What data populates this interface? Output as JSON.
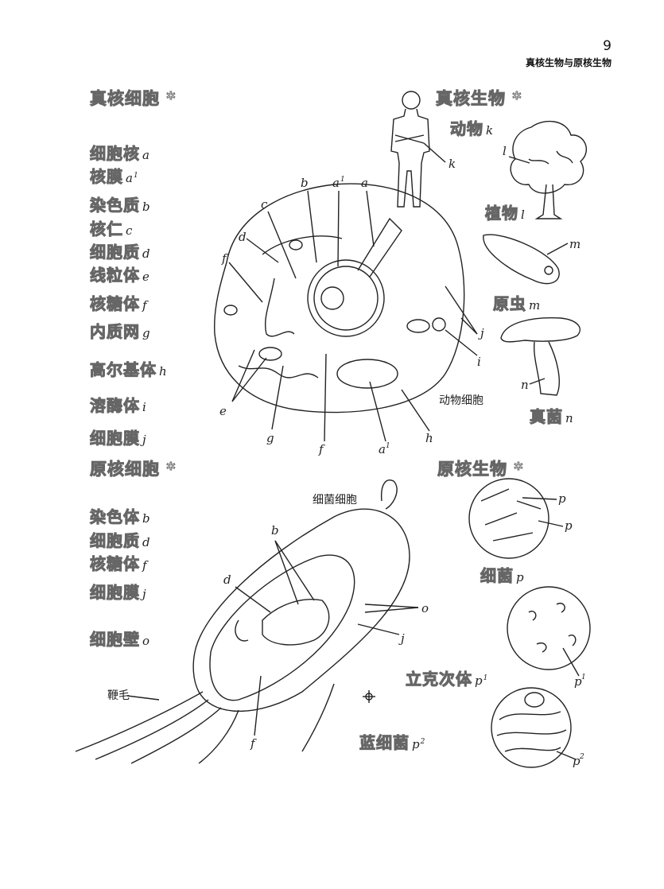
{
  "header": {
    "page_number": "9",
    "chapter_title": "真核生物与原核生物"
  },
  "eukaryotic_cell": {
    "title": "真核细胞",
    "title_mark": "*",
    "legend": [
      {
        "name": "细胞核",
        "letter": "a"
      },
      {
        "name": "核膜",
        "letter": "a",
        "sup": "1"
      },
      {
        "name": "染色质",
        "letter": "b"
      },
      {
        "name": "核仁",
        "letter": "c"
      },
      {
        "name": "细胞质",
        "letter": "d"
      },
      {
        "name": "线粒体",
        "letter": "e"
      },
      {
        "name": "核糖体",
        "letter": "f"
      },
      {
        "name": "内质网",
        "letter": "g"
      },
      {
        "name": "高尔基体",
        "letter": "h"
      },
      {
        "name": "溶酶体",
        "letter": "i"
      },
      {
        "name": "细胞膜",
        "letter": "j"
      }
    ],
    "caption": "动物细胞"
  },
  "eukaryotes": {
    "title": "真核生物",
    "title_mark": "*",
    "animal": {
      "name": "动物",
      "letter": "k"
    },
    "plant": {
      "name": "植物",
      "letter": "l"
    },
    "protozoa": {
      "name": "原虫",
      "letter": "m"
    },
    "fungi": {
      "name": "真菌",
      "letter": "n"
    }
  },
  "prokaryotic_cell": {
    "title": "原核细胞",
    "title_mark": "*",
    "legend": [
      {
        "name": "染色体",
        "letter": "b"
      },
      {
        "name": "细胞质",
        "letter": "d"
      },
      {
        "name": "核糖体",
        "letter": "f"
      },
      {
        "name": "细胞膜",
        "letter": "j"
      },
      {
        "name": "细胞壁",
        "letter": "o"
      }
    ],
    "caption": "细菌细胞",
    "flagellum_label": "鞭毛"
  },
  "prokaryotes": {
    "title": "原核生物",
    "title_mark": "*",
    "bacteria": {
      "name": "细菌",
      "letter": "p"
    },
    "rickettsia": {
      "name": "立克次体",
      "letter": "p",
      "sup": "1"
    },
    "cyanobacteria": {
      "name": "蓝细菌",
      "letter": "p",
      "sup": "2"
    }
  },
  "diagram_labels": {
    "a": "a",
    "a1": "a",
    "sup1": "1",
    "sup2": "2",
    "b": "b",
    "c": "c",
    "d": "d",
    "e": "e",
    "f": "f",
    "g": "g",
    "h": "h",
    "i": "i",
    "j": "j",
    "k": "k",
    "l": "l",
    "m": "m",
    "n": "n",
    "o": "o",
    "p": "p"
  }
}
